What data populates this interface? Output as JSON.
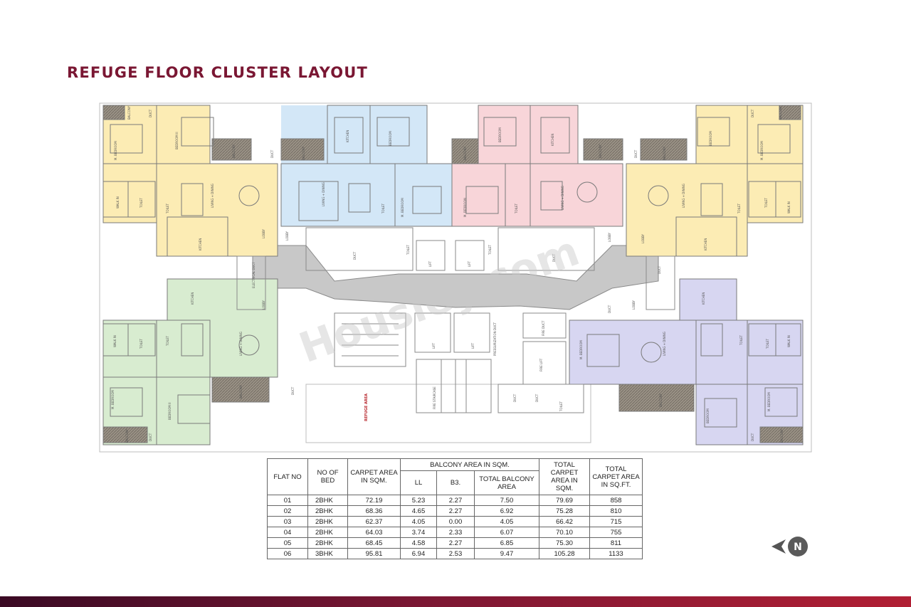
{
  "page": {
    "title": "REFUGE FLOOR CLUSTER LAYOUT",
    "watermark": "Housiey.com"
  },
  "colors": {
    "title": "#7a1733",
    "flat_yellow": "#fcecb4",
    "flat_blue": "#d3e7f7",
    "flat_pink": "#f8d5d9",
    "flat_green": "#d8ecd0",
    "flat_purple": "#d7d6f1",
    "lobby_gray": "#c8c8c8",
    "balcony_brown": "#8c8478",
    "refuge_red": "#b8282e",
    "bar": "#7a1733"
  },
  "plan": {
    "refuge_area": "REFUGE AREA",
    "rooms": {
      "m_bedroom": "M. BEDROOM",
      "bedroom": "BEDROOM",
      "bedroom_ii": "BEDROOM II",
      "living_dining": "LIVING + DINING",
      "kitchen": "KITCHEN",
      "toilet": "TOILET",
      "walk_in": "WALK IN",
      "balcony": "BALCONY",
      "lobby": "LOBBY",
      "duct": "DUCT",
      "lift": "LIFT",
      "fire_lift": "FIRE LIFT",
      "fire_duct": "FIRE DUCT",
      "fire_staircase": "FIRE STAIRCASE",
      "pressurization_duct": "PRESSURIZATION DUCT",
      "electrical_duct": "ELECTRICAL DUCT"
    }
  },
  "table": {
    "headers": {
      "flat_no": "FLAT NO",
      "no_of_bed": "NO OF BED",
      "carpet_area": "CARPET AREA IN SQM.",
      "balcony_group": "BALCONY AREA IN SQM.",
      "ll": "LL",
      "b3": "B3.",
      "total_balcony": "TOTAL BALCONY AREA",
      "total_carpet_sqm": "TOTAL CARPET AREA IN SQM.",
      "total_carpet_sqft": "TOTAL CARPET AREA IN SQ.FT."
    },
    "rows": [
      [
        "01",
        "2BHK",
        "72.19",
        "5.23",
        "2.27",
        "7.50",
        "79.69",
        "858"
      ],
      [
        "02",
        "2BHK",
        "68.36",
        "4.65",
        "2.27",
        "6.92",
        "75.28",
        "810"
      ],
      [
        "03",
        "2BHK",
        "62.37",
        "4.05",
        "0.00",
        "4.05",
        "66.42",
        "715"
      ],
      [
        "04",
        "2BHK",
        "64.03",
        "3.74",
        "2.33",
        "6.07",
        "70.10",
        "755"
      ],
      [
        "05",
        "2BHK",
        "68.45",
        "4.58",
        "2.27",
        "6.85",
        "75.30",
        "811"
      ],
      [
        "06",
        "3BHK",
        "95.81",
        "6.94",
        "2.53",
        "9.47",
        "105.28",
        "1133"
      ]
    ]
  },
  "compass": {
    "letter": "N"
  }
}
